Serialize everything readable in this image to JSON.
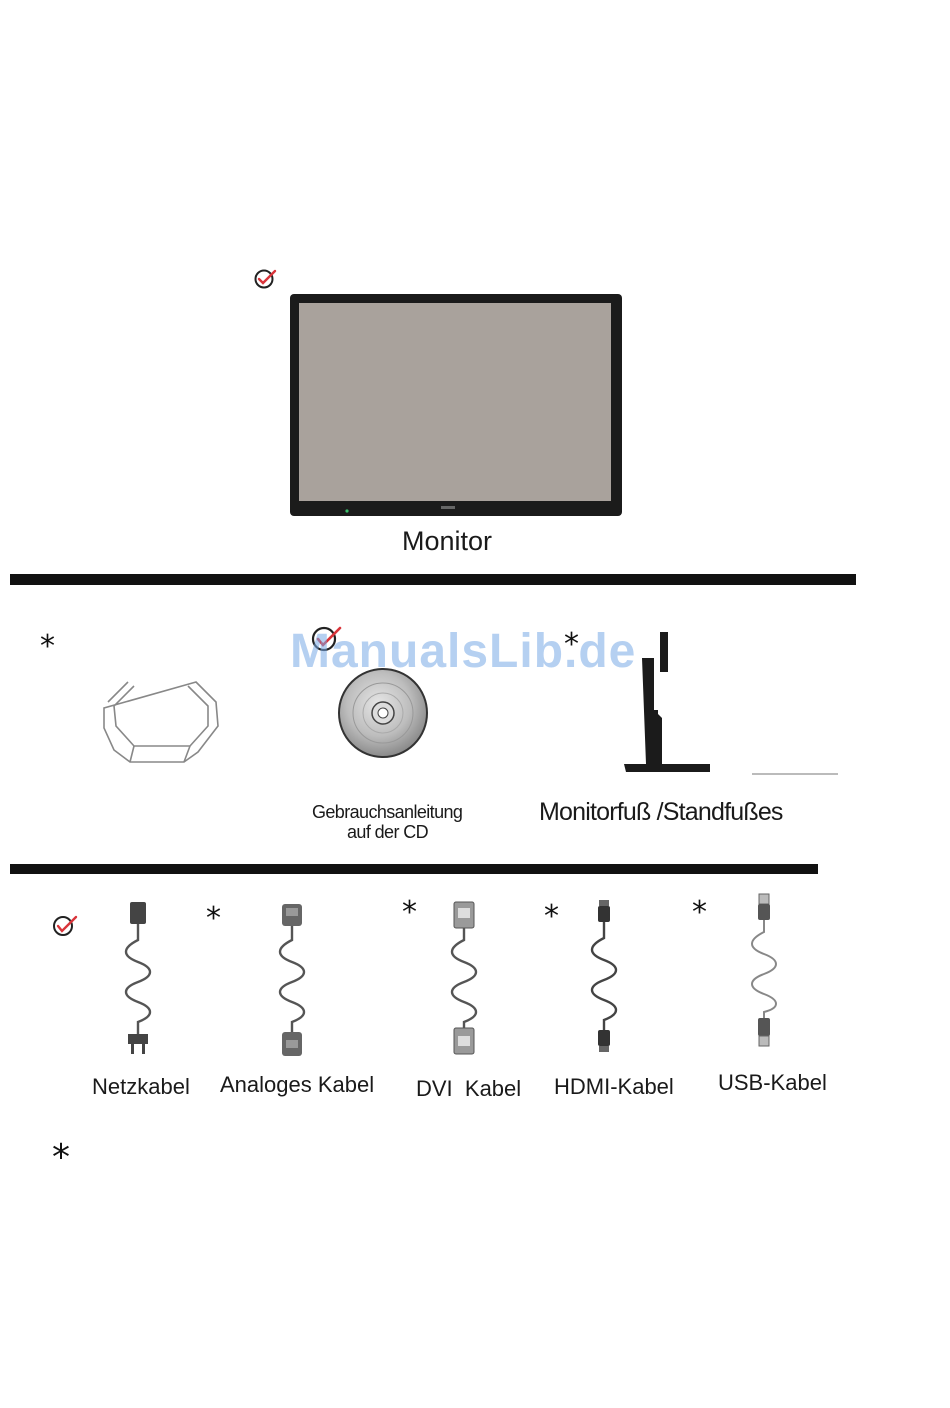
{
  "watermark": "ManualsLib.de",
  "monitor": {
    "label": "Monitor",
    "marker": "check-circle-icon"
  },
  "row2": {
    "base": {
      "marker": "asterisk",
      "star": "*"
    },
    "cd": {
      "marker": "check-circle-icon",
      "label_line1": "Gebrauchsanleitung",
      "label_line2": "auf der CD"
    },
    "stand": {
      "marker": "asterisk",
      "star": "*",
      "label": "Monitorfuß /Standfußes"
    }
  },
  "cables": [
    {
      "label": "Netzkabel",
      "marker": "check-circle-icon",
      "icon": "power-plug-icon"
    },
    {
      "label": "Analoges Kabel",
      "marker": "asterisk",
      "star": "*",
      "icon": "vga-connector-icon"
    },
    {
      "label": "DVI  Kabel",
      "marker": "asterisk",
      "star": "*",
      "icon": "dvi-connector-icon"
    },
    {
      "label": "HDMI-Kabel",
      "marker": "asterisk",
      "star": "*",
      "icon": "hdmi-connector-icon"
    },
    {
      "label": "USB-Kabel",
      "marker": "asterisk",
      "star": "*",
      "icon": "usb-connector-icon"
    }
  ],
  "footnote_star": "*",
  "colors": {
    "check_red": "#d9343a",
    "screen_gray": "#a9a29c",
    "bezel": "#1b1b1b",
    "watermark": "#78aae6"
  }
}
